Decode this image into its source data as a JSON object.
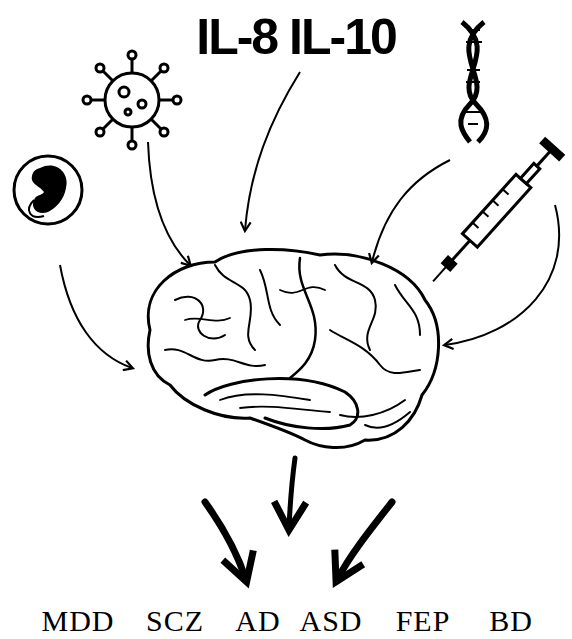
{
  "diagram": {
    "labels": [
      "IL-8 IL-10",
      "MDD",
      "SCZ",
      "AD",
      "ASD",
      "FEP",
      "BD"
    ]
  }
}
